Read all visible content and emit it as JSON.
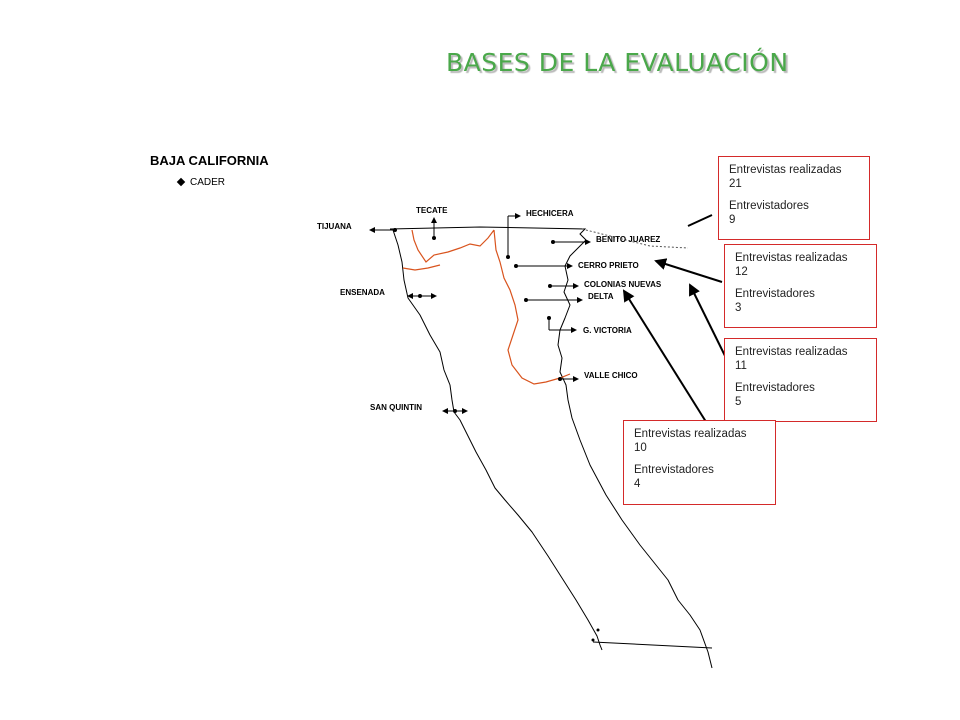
{
  "title": "BASES DE LA EVALUACIÓN",
  "legend": {
    "title": "BAJA CALIFORNIA",
    "item": "CADER",
    "item_icon": "diamond-icon"
  },
  "places": [
    {
      "id": "tijuana",
      "label": "TIJUANA"
    },
    {
      "id": "tecate",
      "label": "TECATE"
    },
    {
      "id": "hechicera",
      "label": "HECHICERA"
    },
    {
      "id": "benito-juarez",
      "label": "BENITO JUAREZ"
    },
    {
      "id": "cerro-prieto",
      "label": "CERRO PRIETO"
    },
    {
      "id": "colonias-nuevas",
      "label": "COLONIAS NUEVAS"
    },
    {
      "id": "delta",
      "label": "DELTA"
    },
    {
      "id": "ensenada",
      "label": "ENSENADA"
    },
    {
      "id": "g-victoria",
      "label": "G. VICTORIA"
    },
    {
      "id": "valle-chico",
      "label": "VALLE CHICO"
    },
    {
      "id": "san-quintin",
      "label": "SAN QUINTIN"
    }
  ],
  "info_boxes": [
    {
      "label1": "Entrevistas realizadas",
      "value1": "21",
      "label2": "Entrevistadores",
      "value2": "9"
    },
    {
      "label1": "Entrevistas realizadas",
      "value1": "12",
      "label2": "Entrevistadores",
      "value2": "3"
    },
    {
      "label1": "Entrevistas realizadas",
      "value1": "11",
      "label2": "Entrevistadores",
      "value2": "5"
    },
    {
      "label1": "Entrevistas realizadas",
      "value1": "10",
      "label2": "Entrevistadores",
      "value2": "4"
    }
  ],
  "colors": {
    "title": "#4aa84a",
    "box_border": "#d42a2a",
    "municipal_border": "#d9541e",
    "outline": "#000000"
  }
}
